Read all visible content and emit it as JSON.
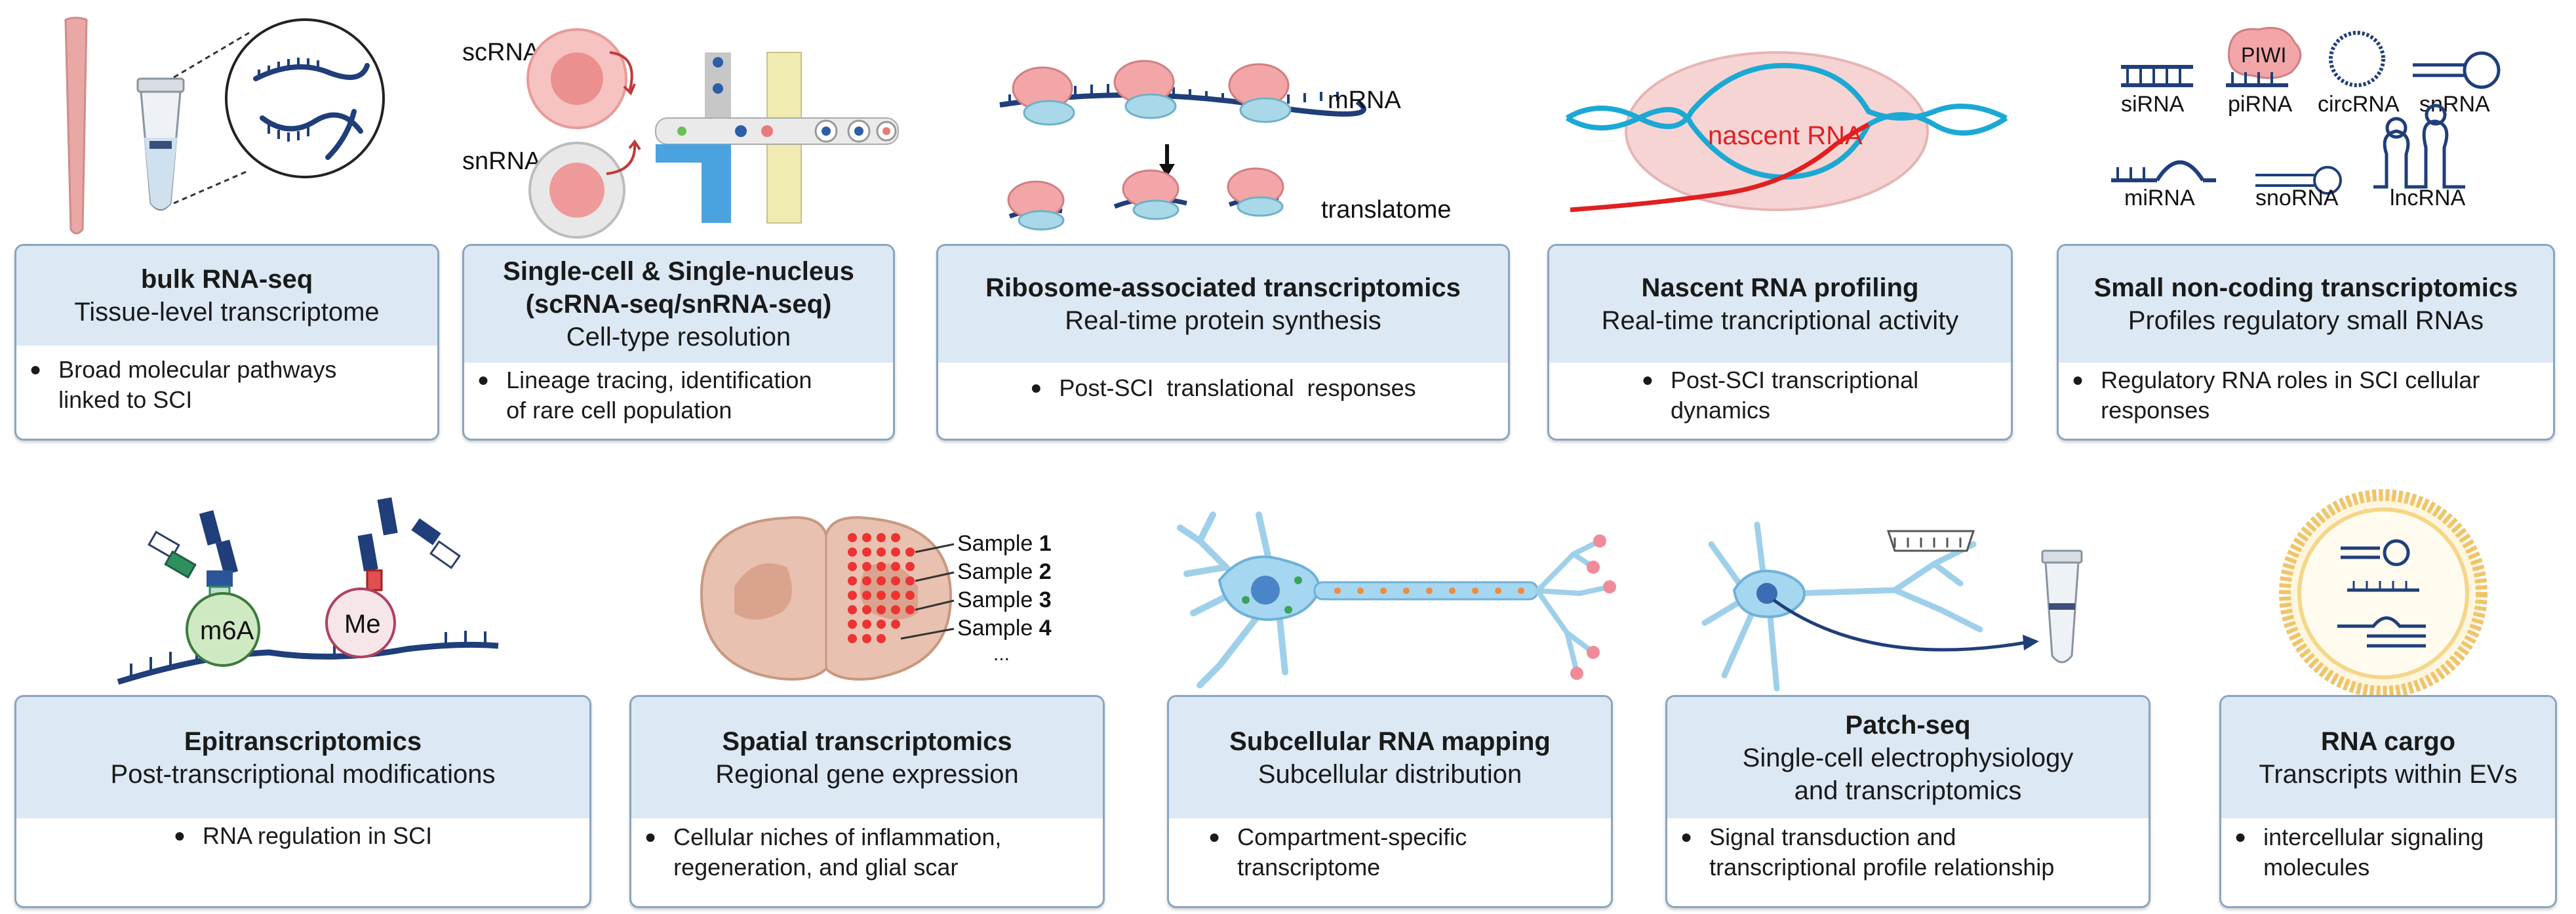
{
  "colors": {
    "card_border": "#8aa5bf",
    "card_header_bg": "#dce8f3",
    "rna_strand": "#1f3e7a",
    "ribosome_pink": "#f2a6a8",
    "ribosome_blue": "#a9d8e8",
    "nascent_red": "#e02020",
    "dna_cyan": "#1ba9d4",
    "dot_red": "#ee3333"
  },
  "illustrations": {
    "droplet": {
      "labels": [
        "scRNA",
        "snRNA"
      ]
    },
    "ribosome": {
      "mrna_label": "mRNA",
      "translatome_label": "translatome"
    },
    "nascent": {
      "label": "nascent RNA"
    },
    "smallrna": {
      "labels": [
        "siRNA",
        "piRNA",
        "circRNA",
        "snRNA",
        "miRNA",
        "snoRNA",
        "lncRNA"
      ],
      "piwi_label": "PIWI"
    },
    "epi": {
      "m6a_label": "m6A",
      "me_label": "Me"
    },
    "spatial": {
      "samples": [
        {
          "prefix": "Sample ",
          "num": "1"
        },
        {
          "prefix": "Sample ",
          "num": "2"
        },
        {
          "prefix": "Sample ",
          "num": "3"
        },
        {
          "prefix": "Sample ",
          "num": "4"
        }
      ],
      "ellipsis": "..."
    }
  },
  "cards": [
    {
      "id": "bulk",
      "title_lines": [
        "bulk RNA-seq"
      ],
      "subtitle_lines": [
        "Tissue-level transcriptome"
      ],
      "bullet_lines": [
        "Broad molecular pathways",
        "linked to SCI"
      ]
    },
    {
      "id": "single-cell",
      "title_lines": [
        "Single-cell & Single-nucleus",
        "(scRNA-seq/snRNA-seq)"
      ],
      "subtitle_lines": [
        "Cell-type resolution"
      ],
      "bullet_lines": [
        "Lineage tracing, identification",
        "of rare cell population"
      ]
    },
    {
      "id": "ribosome",
      "title_lines": [
        "Ribosome-associated transcriptomics"
      ],
      "subtitle_lines": [
        "Real-time protein synthesis"
      ],
      "bullet_lines": [
        "Post-SCI  translational  responses"
      ]
    },
    {
      "id": "nascent",
      "title_lines": [
        "Nascent RNA profiling"
      ],
      "subtitle_lines": [
        "Real-time trancriptional activity"
      ],
      "bullet_lines": [
        "Post-SCI transcriptional",
        "dynamics"
      ]
    },
    {
      "id": "small-noncoding",
      "title_lines": [
        "Small non-coding transcriptomics"
      ],
      "subtitle_lines": [
        "Profiles regulatory small RNAs"
      ],
      "bullet_lines": [
        "Regulatory RNA roles in SCI cellular",
        "responses"
      ]
    },
    {
      "id": "epitranscriptomics",
      "title_lines": [
        "Epitranscriptomics"
      ],
      "subtitle_lines": [
        "Post-transcriptional modifications"
      ],
      "bullet_lines": [
        "RNA regulation in SCI"
      ]
    },
    {
      "id": "spatial",
      "title_lines": [
        "Spatial transcriptomics"
      ],
      "subtitle_lines": [
        "Regional gene expression"
      ],
      "bullet_lines": [
        "Cellular niches of inflammation,",
        "regeneration, and glial scar"
      ]
    },
    {
      "id": "subcellular",
      "title_lines": [
        "Subcellular RNA mapping"
      ],
      "subtitle_lines": [
        "Subcellular distribution"
      ],
      "bullet_lines": [
        "Compartment-specific",
        "transcriptome"
      ]
    },
    {
      "id": "patch-seq",
      "title_lines": [
        "Patch-seq"
      ],
      "subtitle_lines": [
        "Single-cell electrophysiology",
        "and transcriptomics"
      ],
      "bullet_lines": [
        "Signal transduction and",
        "transcriptional profile relationship"
      ]
    },
    {
      "id": "rna-cargo",
      "title_lines": [
        "RNA cargo"
      ],
      "subtitle_lines": [
        "Transcripts within EVs"
      ],
      "bullet_lines": [
        "intercellular signaling",
        "molecules"
      ]
    }
  ]
}
